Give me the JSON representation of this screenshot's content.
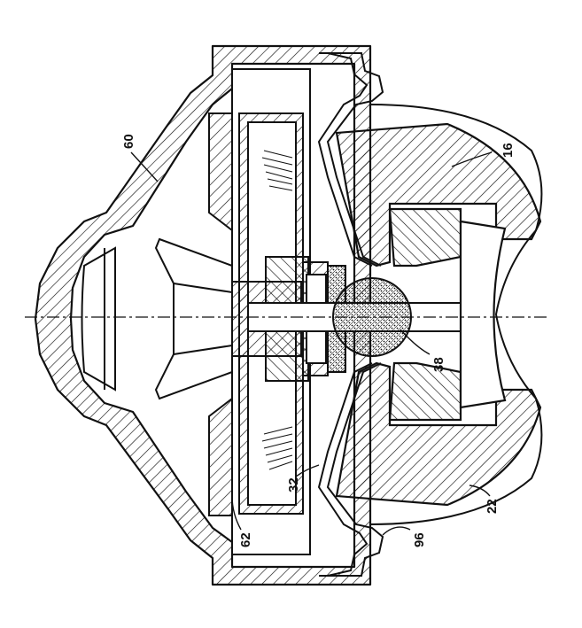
{
  "figure": {
    "kind": "patent cross-section drawing",
    "line_color": "#111111",
    "background": "#ffffff",
    "labels": [
      {
        "id": "60",
        "text": "60"
      },
      {
        "id": "16",
        "text": "16"
      },
      {
        "id": "38",
        "text": "38"
      },
      {
        "id": "32",
        "text": "32"
      },
      {
        "id": "62",
        "text": "62"
      },
      {
        "id": "96",
        "text": "96"
      },
      {
        "id": "22",
        "text": "22"
      }
    ]
  }
}
